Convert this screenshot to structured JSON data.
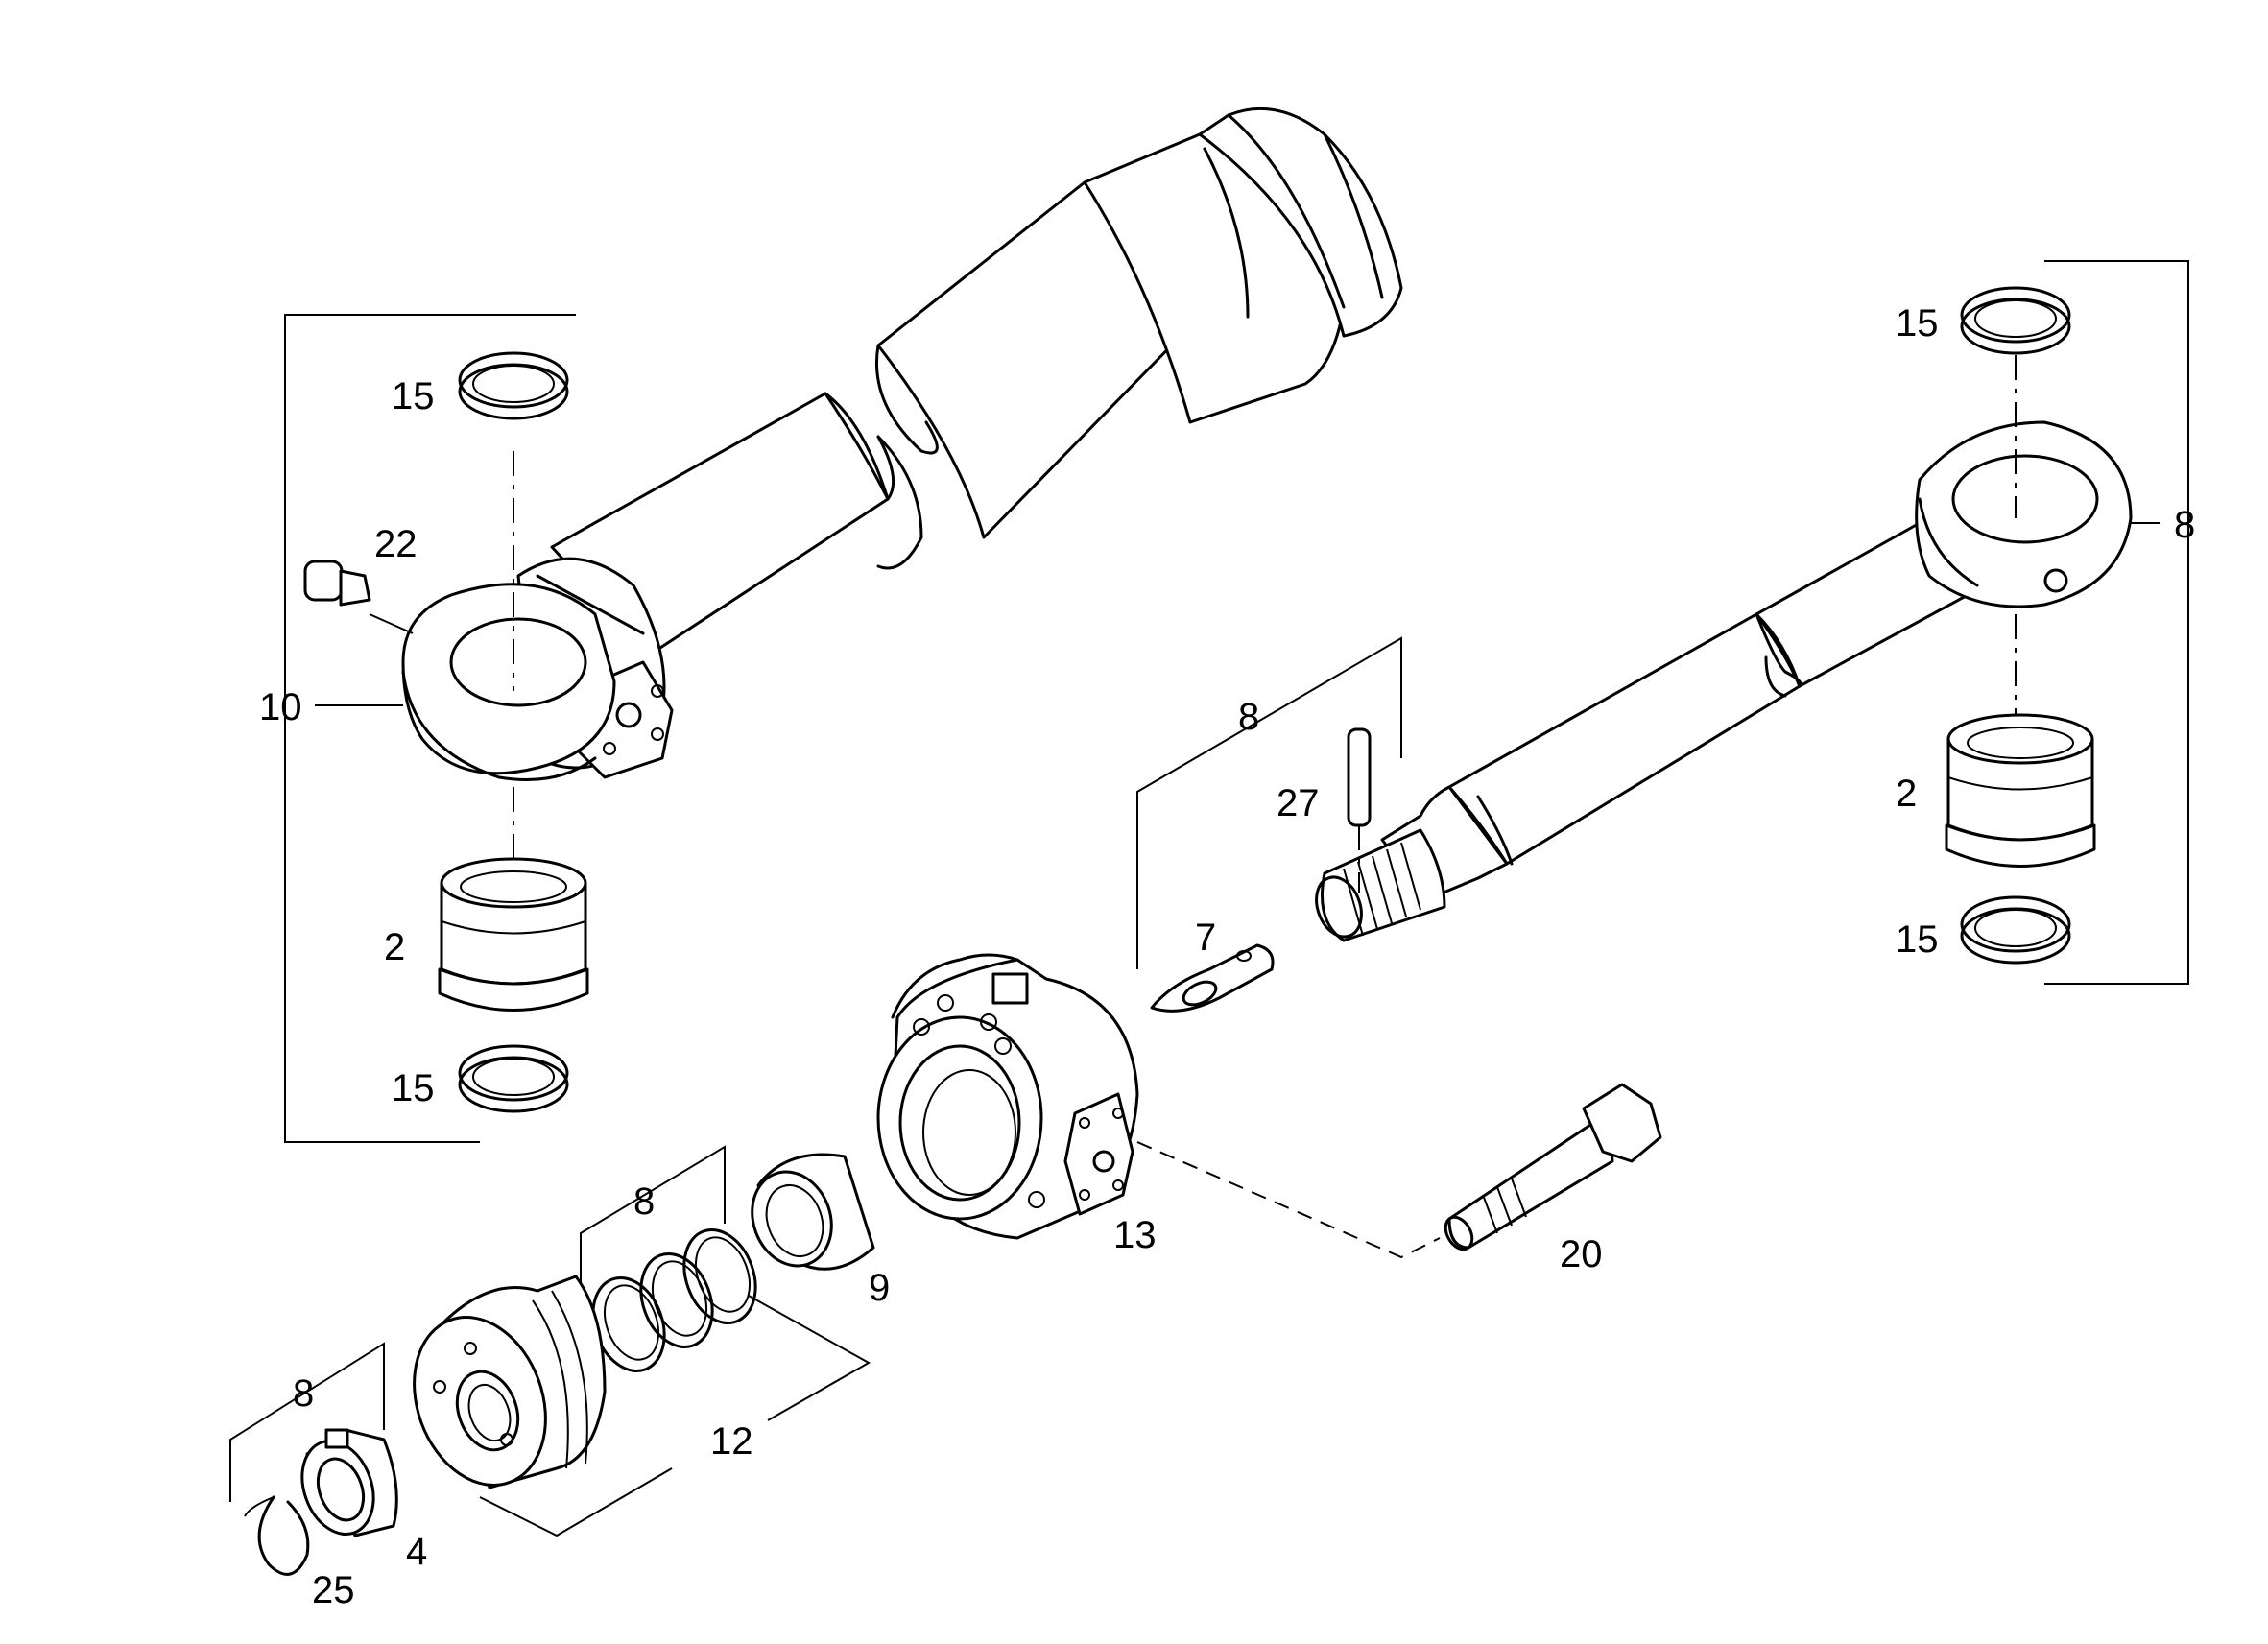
{
  "callouts": [
    {
      "id": "15",
      "text": "15"
    },
    {
      "id": "22",
      "text": "22"
    },
    {
      "id": "10",
      "text": "10"
    },
    {
      "id": "2",
      "text": "2"
    },
    {
      "id": "8",
      "text": "8"
    },
    {
      "id": "27",
      "text": "27"
    },
    {
      "id": "7",
      "text": "7"
    },
    {
      "id": "13",
      "text": "13"
    },
    {
      "id": "20",
      "text": "20"
    },
    {
      "id": "9",
      "text": "9"
    },
    {
      "id": "12",
      "text": "12"
    },
    {
      "id": "4",
      "text": "4"
    },
    {
      "id": "25",
      "text": "25"
    }
  ]
}
